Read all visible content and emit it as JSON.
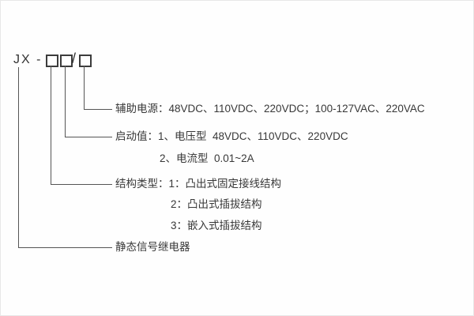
{
  "model": {
    "prefix": "JX -",
    "slash": "/"
  },
  "labels": {
    "aux_power": "辅助电源：48VDC、110VDC、220VDC；100-127VAC、220VAC",
    "start_value_line1": "启动值：1、电压型  48VDC、110VDC、220VDC",
    "start_value_line2": "2、电流型  0.01~2A",
    "structure_line1": "结构类型：1：凸出式固定接线结构",
    "structure_line2": "2：凸出式插拔结构",
    "structure_line3": "3：嵌入式插拔结构",
    "product_name": "静态信号继电器"
  },
  "colors": {
    "text": "#383838",
    "line": "#555555",
    "background": "#ffffff"
  }
}
